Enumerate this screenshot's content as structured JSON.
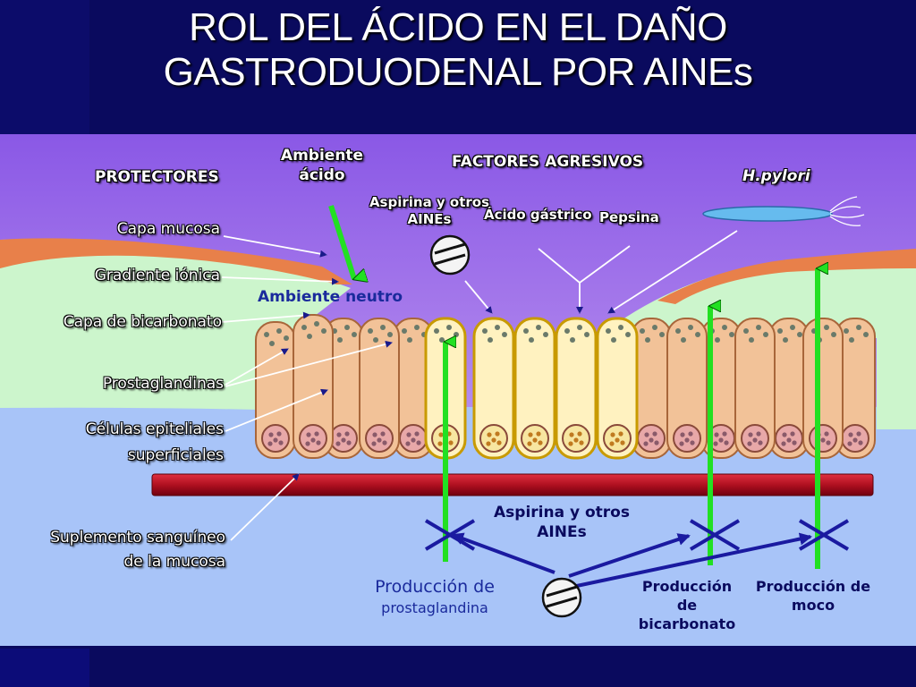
{
  "title": {
    "line1": "ROL DEL ÁCIDO EN EL DAÑO",
    "line2": "GASTRODUODENAL POR AINEs"
  },
  "labels": {
    "protectores": "PROTECTORES",
    "ambiente_acido_1": "Ambiente",
    "ambiente_acido_2": "ácido",
    "factores_agresivos": "FACTORES AGRESIVOS",
    "h_pylori": "H.pylori",
    "aspirina_top_1": "Aspirina y otros",
    "aspirina_top_2": "AINEs",
    "acido_gastrico": "Ácido gástrico",
    "pepsina": "Pepsina",
    "capa_mucosa": "Capa mucosa",
    "gradiente_ionica": "Gradiente iónica",
    "ambiente_neutro": "Ambiente neutro",
    "capa_bicarbonato": "Capa de bicarbonato",
    "prostaglandinas": "Prostaglandinas",
    "celulas_1": "Células epiteliales",
    "celulas_2": "superficiales",
    "suplemento_1": "Suplemento sanguíneo",
    "suplemento_2": "de la mucosa",
    "aspirina_bottom_1": "Aspirina y otros",
    "aspirina_bottom_2": "AINEs",
    "prod_prosta_1": "Producción de",
    "prod_prosta_2": "prostaglandina",
    "prod_bicarb_1": "Producción",
    "prod_bicarb_2": "de",
    "prod_bicarb_3": "bicarbonato",
    "prod_moco_1": "Producción de",
    "prod_moco_2": "moco"
  },
  "colors": {
    "frame": "#0a0a5e",
    "top_band": "#a070e8",
    "mucus_layer": "#e8804a",
    "neutral_zone": "#ccf5cc",
    "lower_zone": "#a8c4f8",
    "cell_normal": "#f2c298",
    "cell_damaged": "#fff2c0",
    "vessel": "#b01020",
    "up_arrow": "#22e022",
    "block_arrow": "#1a1aa0",
    "pylori": "#66bbee"
  }
}
